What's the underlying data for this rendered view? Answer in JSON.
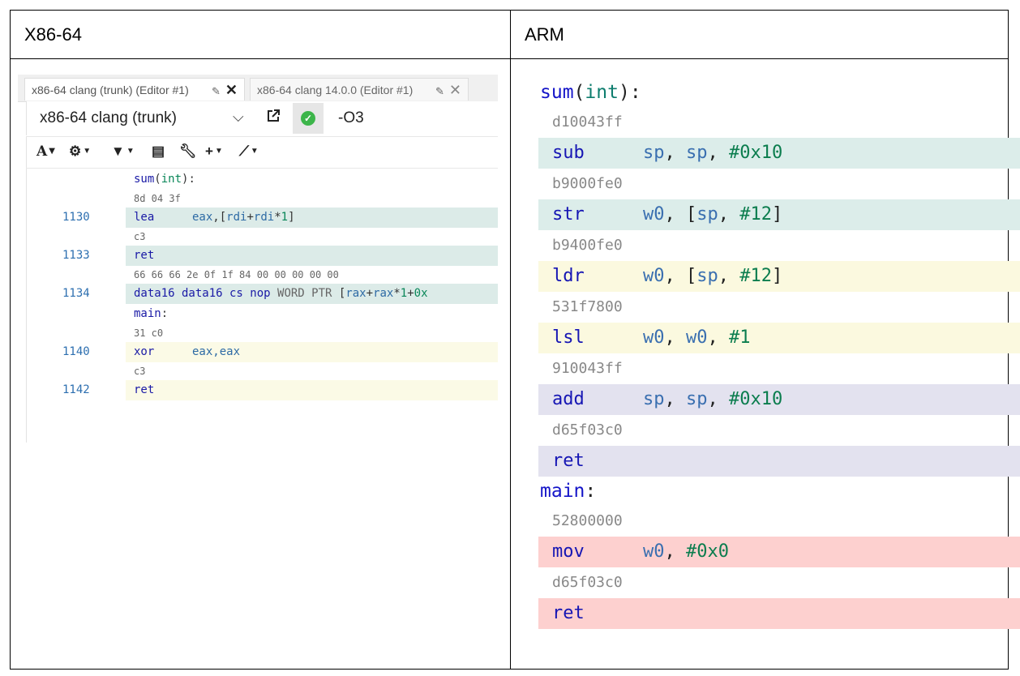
{
  "table": {
    "left_header": "X86-64",
    "right_header": "ARM"
  },
  "x86": {
    "tabs": [
      {
        "label": "x86-64 clang (trunk) (Editor #1)",
        "active": true
      },
      {
        "label": "x86-64 clang 14.0.0 (Editor #1)",
        "active": false
      }
    ],
    "compiler": "x86-64 clang (trunk)",
    "options": "-O3",
    "toolbar": [
      "A",
      "gear-icon",
      "filter-icon",
      "book-icon",
      "wrench-icon",
      "+",
      "brush-icon"
    ],
    "lines": [
      {
        "kind": "label",
        "num": "",
        "name": "sum",
        "paren_open": "(",
        "arg": "int",
        "paren_close": ")",
        "colon": ":"
      },
      {
        "kind": "hex",
        "text": "8d 04 3f"
      },
      {
        "kind": "instr",
        "num": "1130",
        "mn": "lea",
        "ops": "eax,[rdi+rdi*1]",
        "bg": "teal"
      },
      {
        "kind": "hex",
        "text": "c3"
      },
      {
        "kind": "instr",
        "num": "1133",
        "mn": "ret",
        "ops": "",
        "bg": "teal"
      },
      {
        "kind": "hex",
        "text": "66 66 66 2e 0f 1f 84 00 00 00 00 00"
      },
      {
        "kind": "instr",
        "num": "1134",
        "mn": "data16 data16 cs nop",
        "ops": "WORD PTR [rax+rax*1+0x",
        "bg": "teal"
      },
      {
        "kind": "label2",
        "num": "",
        "name": "main",
        "colon": ":"
      },
      {
        "kind": "hex",
        "text": "31 c0"
      },
      {
        "kind": "instr",
        "num": "1140",
        "mn": "xor",
        "ops": "eax,eax",
        "bg": "yellow"
      },
      {
        "kind": "hex",
        "text": "c3"
      },
      {
        "kind": "instr",
        "num": "1142",
        "mn": "ret",
        "ops": "",
        "bg": "yellow"
      }
    ]
  },
  "arm": {
    "label_sum": "sum",
    "label_sum_paren_open": "(",
    "label_sum_arg": "int",
    "label_sum_paren_close": ")",
    "label_colon": ":",
    "label_main": "main",
    "rows": [
      {
        "hex": "d10043ff",
        "mn": "sub",
        "ops": [
          "sp",
          ", ",
          "sp",
          ", ",
          "#0x10"
        ],
        "bg": "teal"
      },
      {
        "hex": "b9000fe0",
        "mn": "str",
        "ops": [
          "w0",
          ", ",
          "[",
          "sp",
          ", ",
          "#12",
          "]"
        ],
        "bg": "teal"
      },
      {
        "hex": "b9400fe0",
        "mn": "ldr",
        "ops": [
          "w0",
          ", ",
          "[",
          "sp",
          ", ",
          "#12",
          "]"
        ],
        "bg": "yellow"
      },
      {
        "hex": "531f7800",
        "mn": "lsl",
        "ops": [
          "w0",
          ", ",
          "w0",
          ", ",
          "#1"
        ],
        "bg": "yellow"
      },
      {
        "hex": "910043ff",
        "mn": "add",
        "ops": [
          "sp",
          ", ",
          "sp",
          ", ",
          "#0x10"
        ],
        "bg": "lav"
      },
      {
        "hex": "d65f03c0",
        "mn": "ret",
        "ops": [],
        "bg": "lav"
      }
    ],
    "main_rows": [
      {
        "hex": "52800000",
        "mn": "mov",
        "ops": [
          "w0",
          ", ",
          "#0x0"
        ],
        "bg": "red"
      },
      {
        "hex": "d65f03c0",
        "mn": "ret",
        "ops": [],
        "bg": "red"
      }
    ]
  }
}
